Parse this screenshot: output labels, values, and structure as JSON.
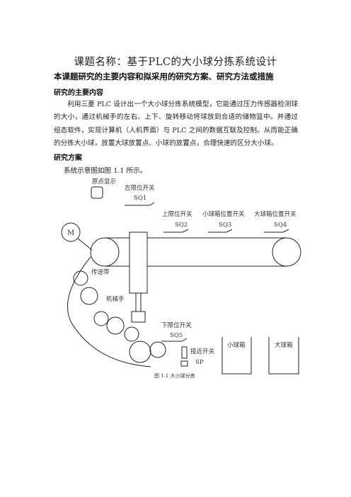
{
  "page": {
    "title": "课题名称：基于PLC的大小球分拣系统设计",
    "section_heading": "本课题研究的主要内容和拟采用的研究方案、研究方法或措施",
    "sub1": "研究的主要内容",
    "paragraph": "利用三菱 PLC 设计出一个大小球分拣系统模型，它能通过压力传感器检测球的大小，通过机械手的左右、上下、旋转移动将球放到合适的储物篮中。并通过组态软件，实现计算机（人机界面）与 PLC 之间的数据互联及控制。从而能正确的分拣大小球，放置大球放置点、小球的放置点，合理快速的区分大小球。",
    "sub2": "研究方案",
    "diagram_intro": "系统示意图如图 1.1 所示。"
  },
  "diagram": {
    "origin_label": "原点显示",
    "left_limit_label": "左限位开关",
    "left_limit_code": "SQ1",
    "upper_limit_label": "上限位开关",
    "upper_limit_code": "SQ2",
    "small_box_pos_label": "小球箱位置开关",
    "small_box_pos_code": "SQ3",
    "big_box_pos_label": "大球箱位置开关",
    "big_box_pos_code": "SQ4",
    "motor_label": "M",
    "conveyor_label": "传送带",
    "manipulator_label": "机械手",
    "lower_limit_label": "下限位开关",
    "lower_limit_code": "SQ5",
    "proximity_label": "接近开关",
    "proximity_code": "SP",
    "small_box_label": "小球箱",
    "big_box_label": "大球箱",
    "figure_caption": "图 1.1  大小球分拣"
  }
}
